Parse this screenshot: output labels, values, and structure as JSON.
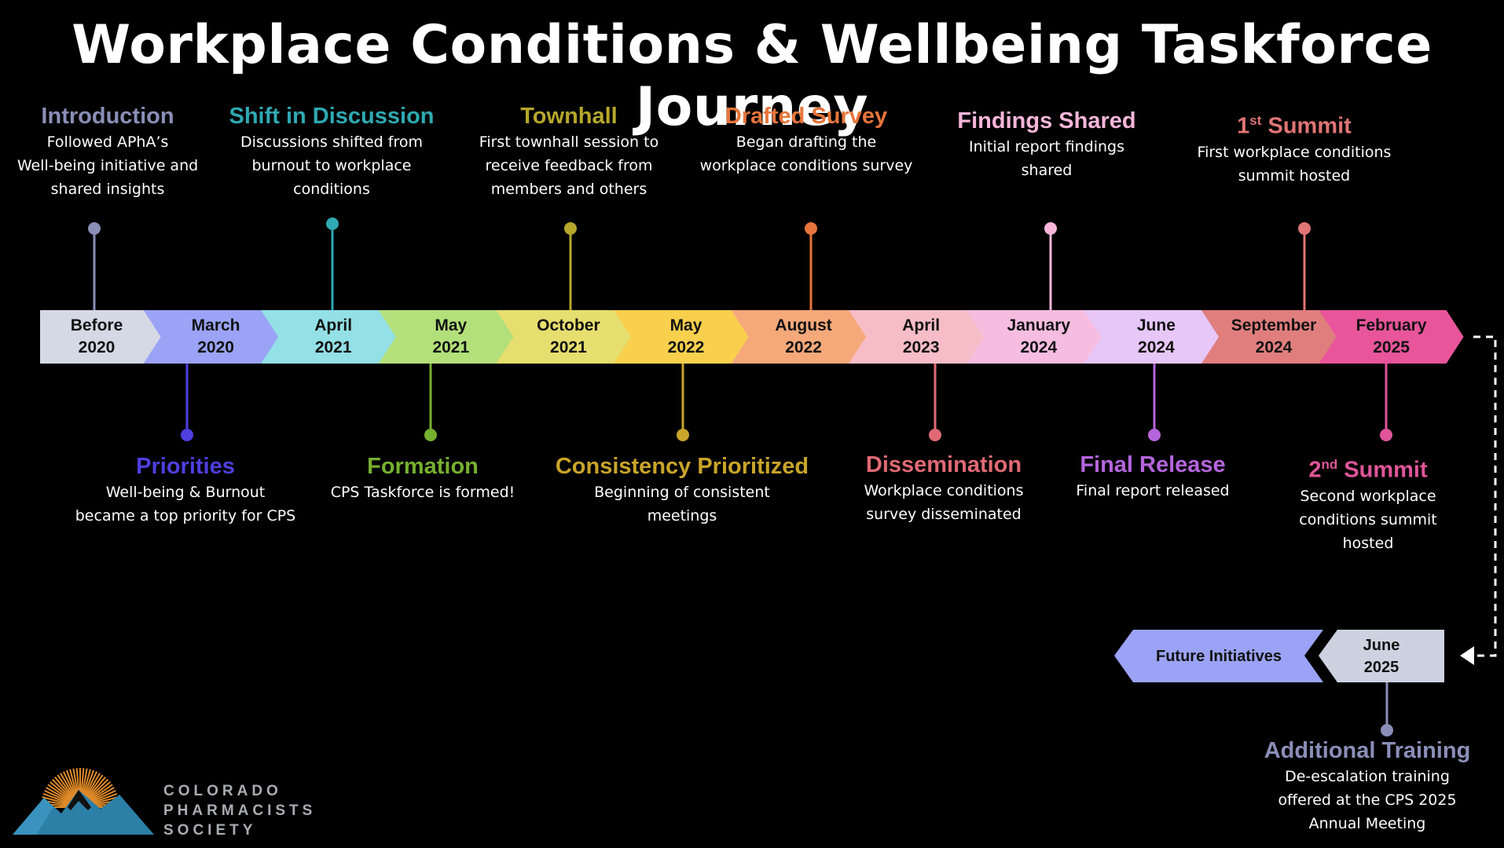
{
  "title": "Workplace Conditions & Wellbeing Taskforce Journey",
  "timeline": [
    {
      "line1": "Before",
      "line2": "2020",
      "color": "#d5d9e5"
    },
    {
      "line1": "March",
      "line2": "2020",
      "color": "#9aa3f5"
    },
    {
      "line1": "April",
      "line2": "2021",
      "color": "#93e0e6"
    },
    {
      "line1": "May",
      "line2": "2021",
      "color": "#b3e07a"
    },
    {
      "line1": "October",
      "line2": "2021",
      "color": "#e6de6e"
    },
    {
      "line1": "May",
      "line2": "2022",
      "color": "#f9d04e"
    },
    {
      "line1": "August",
      "line2": "2022",
      "color": "#f5a97a"
    },
    {
      "line1": "April",
      "line2": "2023",
      "color": "#f7bdc7"
    },
    {
      "line1": "January",
      "line2": "2024",
      "color": "#f6bde0"
    },
    {
      "line1": "June",
      "line2": "2024",
      "color": "#e6c7f7"
    },
    {
      "line1": "September",
      "line2": "2024",
      "color": "#e07e7e"
    },
    {
      "line1": "February",
      "line2": "2025",
      "color": "#e8559a"
    }
  ],
  "events_above": [
    {
      "heading": "Introduction",
      "description": "Followed APhA’s\nWell-being initiative and\nshared insights",
      "color": "#8a8fb8"
    },
    {
      "heading": "Shift in Discussion",
      "description": "Discussions shifted from\nburnout to workplace\nconditions",
      "color": "#2fa9b3"
    },
    {
      "heading": "Townhall",
      "description": "First townhall session to\nreceive feedback from\nmembers and others",
      "color": "#b5a72c"
    },
    {
      "heading": "Drafted Survey",
      "description": "Began drafting the\nworkplace conditions survey",
      "color": "#e6753b"
    },
    {
      "heading": "Findings Shared",
      "description": "Initial report findings\nshared",
      "color": "#f7b6da"
    },
    {
      "heading_sup": "st",
      "heading_pre": "1",
      "heading_post": " Summit",
      "description": "First workplace conditions\nsummit hosted",
      "color": "#e07575"
    }
  ],
  "events_below": [
    {
      "heading": "Priorities",
      "description": "Well-being & Burnout\nbecame a top priority for CPS",
      "color": "#4e3fe0"
    },
    {
      "heading": "Formation",
      "description": "CPS Taskforce is formed!",
      "color": "#76b02f"
    },
    {
      "heading": "Consistency Prioritized",
      "description": "Beginning of consistent\nmeetings",
      "color": "#c9a52a"
    },
    {
      "heading": "Dissemination",
      "description": "Workplace conditions\nsurvey disseminated",
      "color": "#e06a75"
    },
    {
      "heading": "Final Release",
      "description": "Final report released",
      "color": "#b565dc"
    },
    {
      "heading_pre": "2",
      "heading_sup": "nd",
      "heading_post": " Summit",
      "description": "Second workplace\nconditions summit\nhosted",
      "color": "#e0559a"
    }
  ],
  "future": {
    "date_line1": "June",
    "date_line2": "2025",
    "date_color": "#cdd2e0",
    "label": "Future Initiatives",
    "label_color": "#9aa3f5",
    "event_heading": "Additional Training",
    "event_description": "De-escalation training\noffered at the CPS 2025\nAnnual Meeting",
    "event_color": "#8a8fb8"
  },
  "organization": {
    "line1": "COLORADO",
    "line2": "PHARMACISTS",
    "line3": "SOCIETY"
  }
}
